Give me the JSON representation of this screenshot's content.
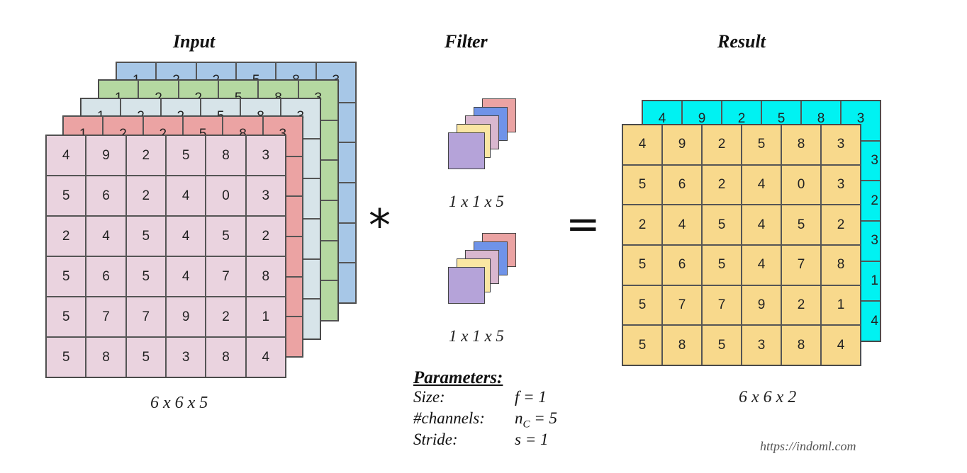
{
  "titles": {
    "input": "Input",
    "filter": "Filter",
    "result": "Result"
  },
  "input": {
    "dims": "6 x 6 x 5",
    "back_colors": [
      "#a7c7e7",
      "#b5d8a1",
      "#d7e4e9",
      "#eba3a3"
    ],
    "front_color": "#ead3df",
    "matrix": [
      [
        4,
        9,
        2,
        5,
        8,
        3
      ],
      [
        5,
        6,
        2,
        4,
        0,
        3
      ],
      [
        2,
        4,
        5,
        4,
        5,
        2
      ],
      [
        5,
        6,
        5,
        4,
        7,
        8
      ],
      [
        5,
        7,
        7,
        9,
        2,
        1
      ],
      [
        5,
        8,
        5,
        3,
        8,
        4
      ]
    ],
    "back_top_row": [
      "1",
      "2",
      "2",
      "5",
      "8",
      "3"
    ]
  },
  "operators": {
    "convolve": "*",
    "equals": "="
  },
  "filters": [
    {
      "dims": "1 x 1 x 5"
    },
    {
      "dims": "1 x 1 x 5"
    }
  ],
  "filter_colors": [
    "#eba3a3",
    "#6f93e8",
    "#d9b7cf",
    "#fae6a3",
    "#b5a3d9"
  ],
  "parameters": {
    "heading": "Parameters:",
    "size_label": "Size:",
    "size_value": "f = 1",
    "channels_label": "#channels:",
    "channels_value": "n",
    "channels_sub": "C",
    "channels_rest": " = 5",
    "stride_label": "Stride:",
    "stride_value": "s = 1"
  },
  "result": {
    "dims": "6 x 6 x 2",
    "back_color": "#00f2f2",
    "front_color": "#f8d98c",
    "back_top_row": [
      "4",
      "9",
      "2",
      "5",
      "8",
      "3"
    ],
    "back_right_col": [
      "3",
      "3",
      "2",
      "3",
      "1",
      "4"
    ],
    "matrix": [
      [
        4,
        9,
        2,
        5,
        8,
        3
      ],
      [
        5,
        6,
        2,
        4,
        0,
        3
      ],
      [
        2,
        4,
        5,
        4,
        5,
        2
      ],
      [
        5,
        6,
        5,
        4,
        7,
        8
      ],
      [
        5,
        7,
        7,
        9,
        2,
        1
      ],
      [
        5,
        8,
        5,
        3,
        8,
        4
      ]
    ]
  },
  "credit": "https://indoml.com"
}
